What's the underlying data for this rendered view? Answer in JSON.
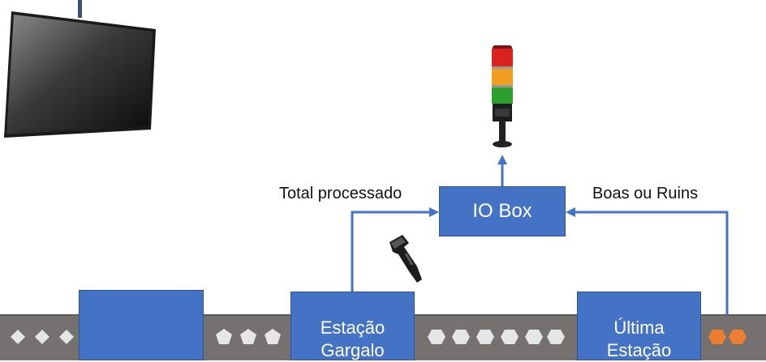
{
  "labels": {
    "total_processado": "Total processado",
    "boas_ou_ruins": "Boas ou Ruins"
  },
  "io_box": {
    "label": "IO Box"
  },
  "stations": {
    "bottleneck": {
      "line1": "Estação",
      "line2": "Gargalo"
    },
    "last": {
      "line1": "Última",
      "line2": "Estação"
    }
  },
  "icons": [
    "monitor-icon",
    "tower-light-icon",
    "barcode-scanner-icon"
  ],
  "colors": {
    "box_blue": "#4472c4",
    "arrow_blue": "#4472c4",
    "conveyor_gray": "#767171",
    "part_light": "#e6e6e6",
    "part_orange": "#ed7d31",
    "tower_red": "#d9231e",
    "tower_amber": "#f0a020",
    "tower_green": "#2e9e2e"
  }
}
